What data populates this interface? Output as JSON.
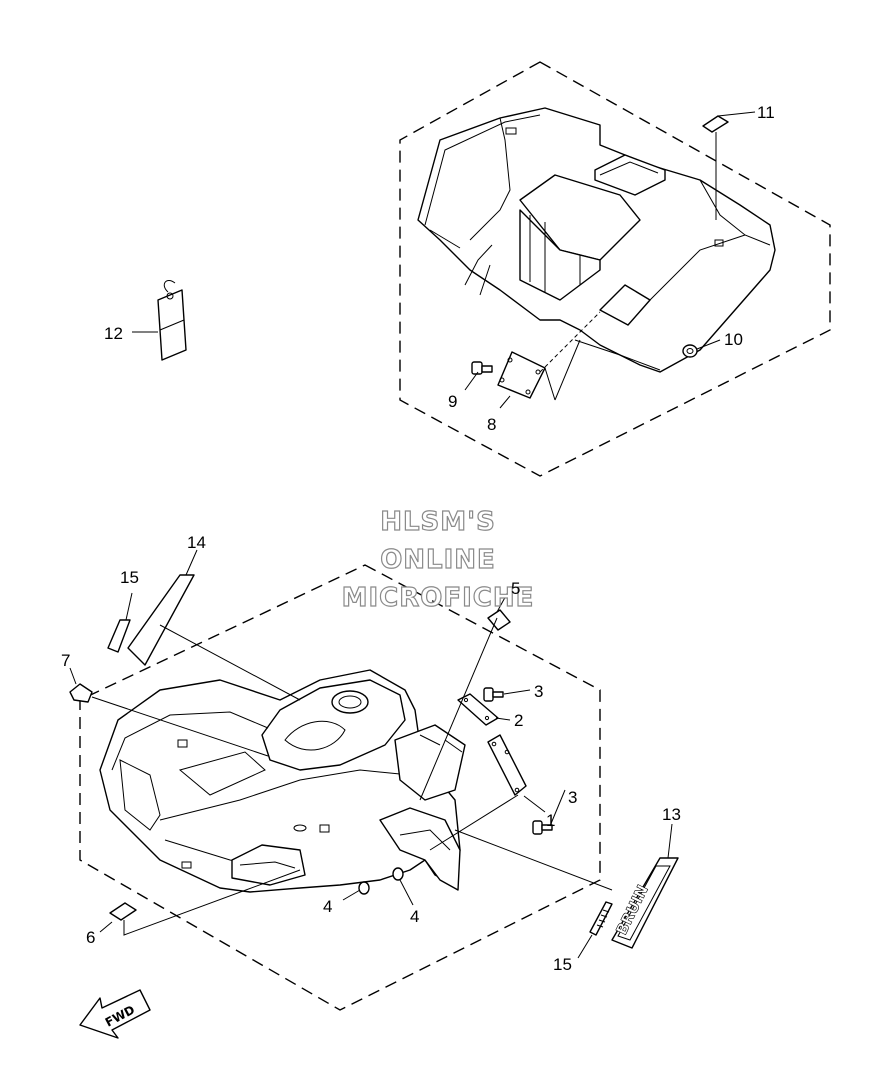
{
  "watermark": {
    "line1": "HLSM'S",
    "line2": "ONLINE",
    "line3": "MICROFICHE"
  },
  "fwd_arrow_label": "FWD",
  "decal_13_text": "BRUIN",
  "callouts": {
    "c1": "1",
    "c2": "2",
    "c3a": "3",
    "c3b": "3",
    "c4a": "4",
    "c4b": "4",
    "c5": "5",
    "c6": "6",
    "c7": "7",
    "c8": "8",
    "c9": "9",
    "c10": "10",
    "c11": "11",
    "c12": "12",
    "c13": "13",
    "c14": "14",
    "c15a": "15",
    "c15b": "15"
  }
}
